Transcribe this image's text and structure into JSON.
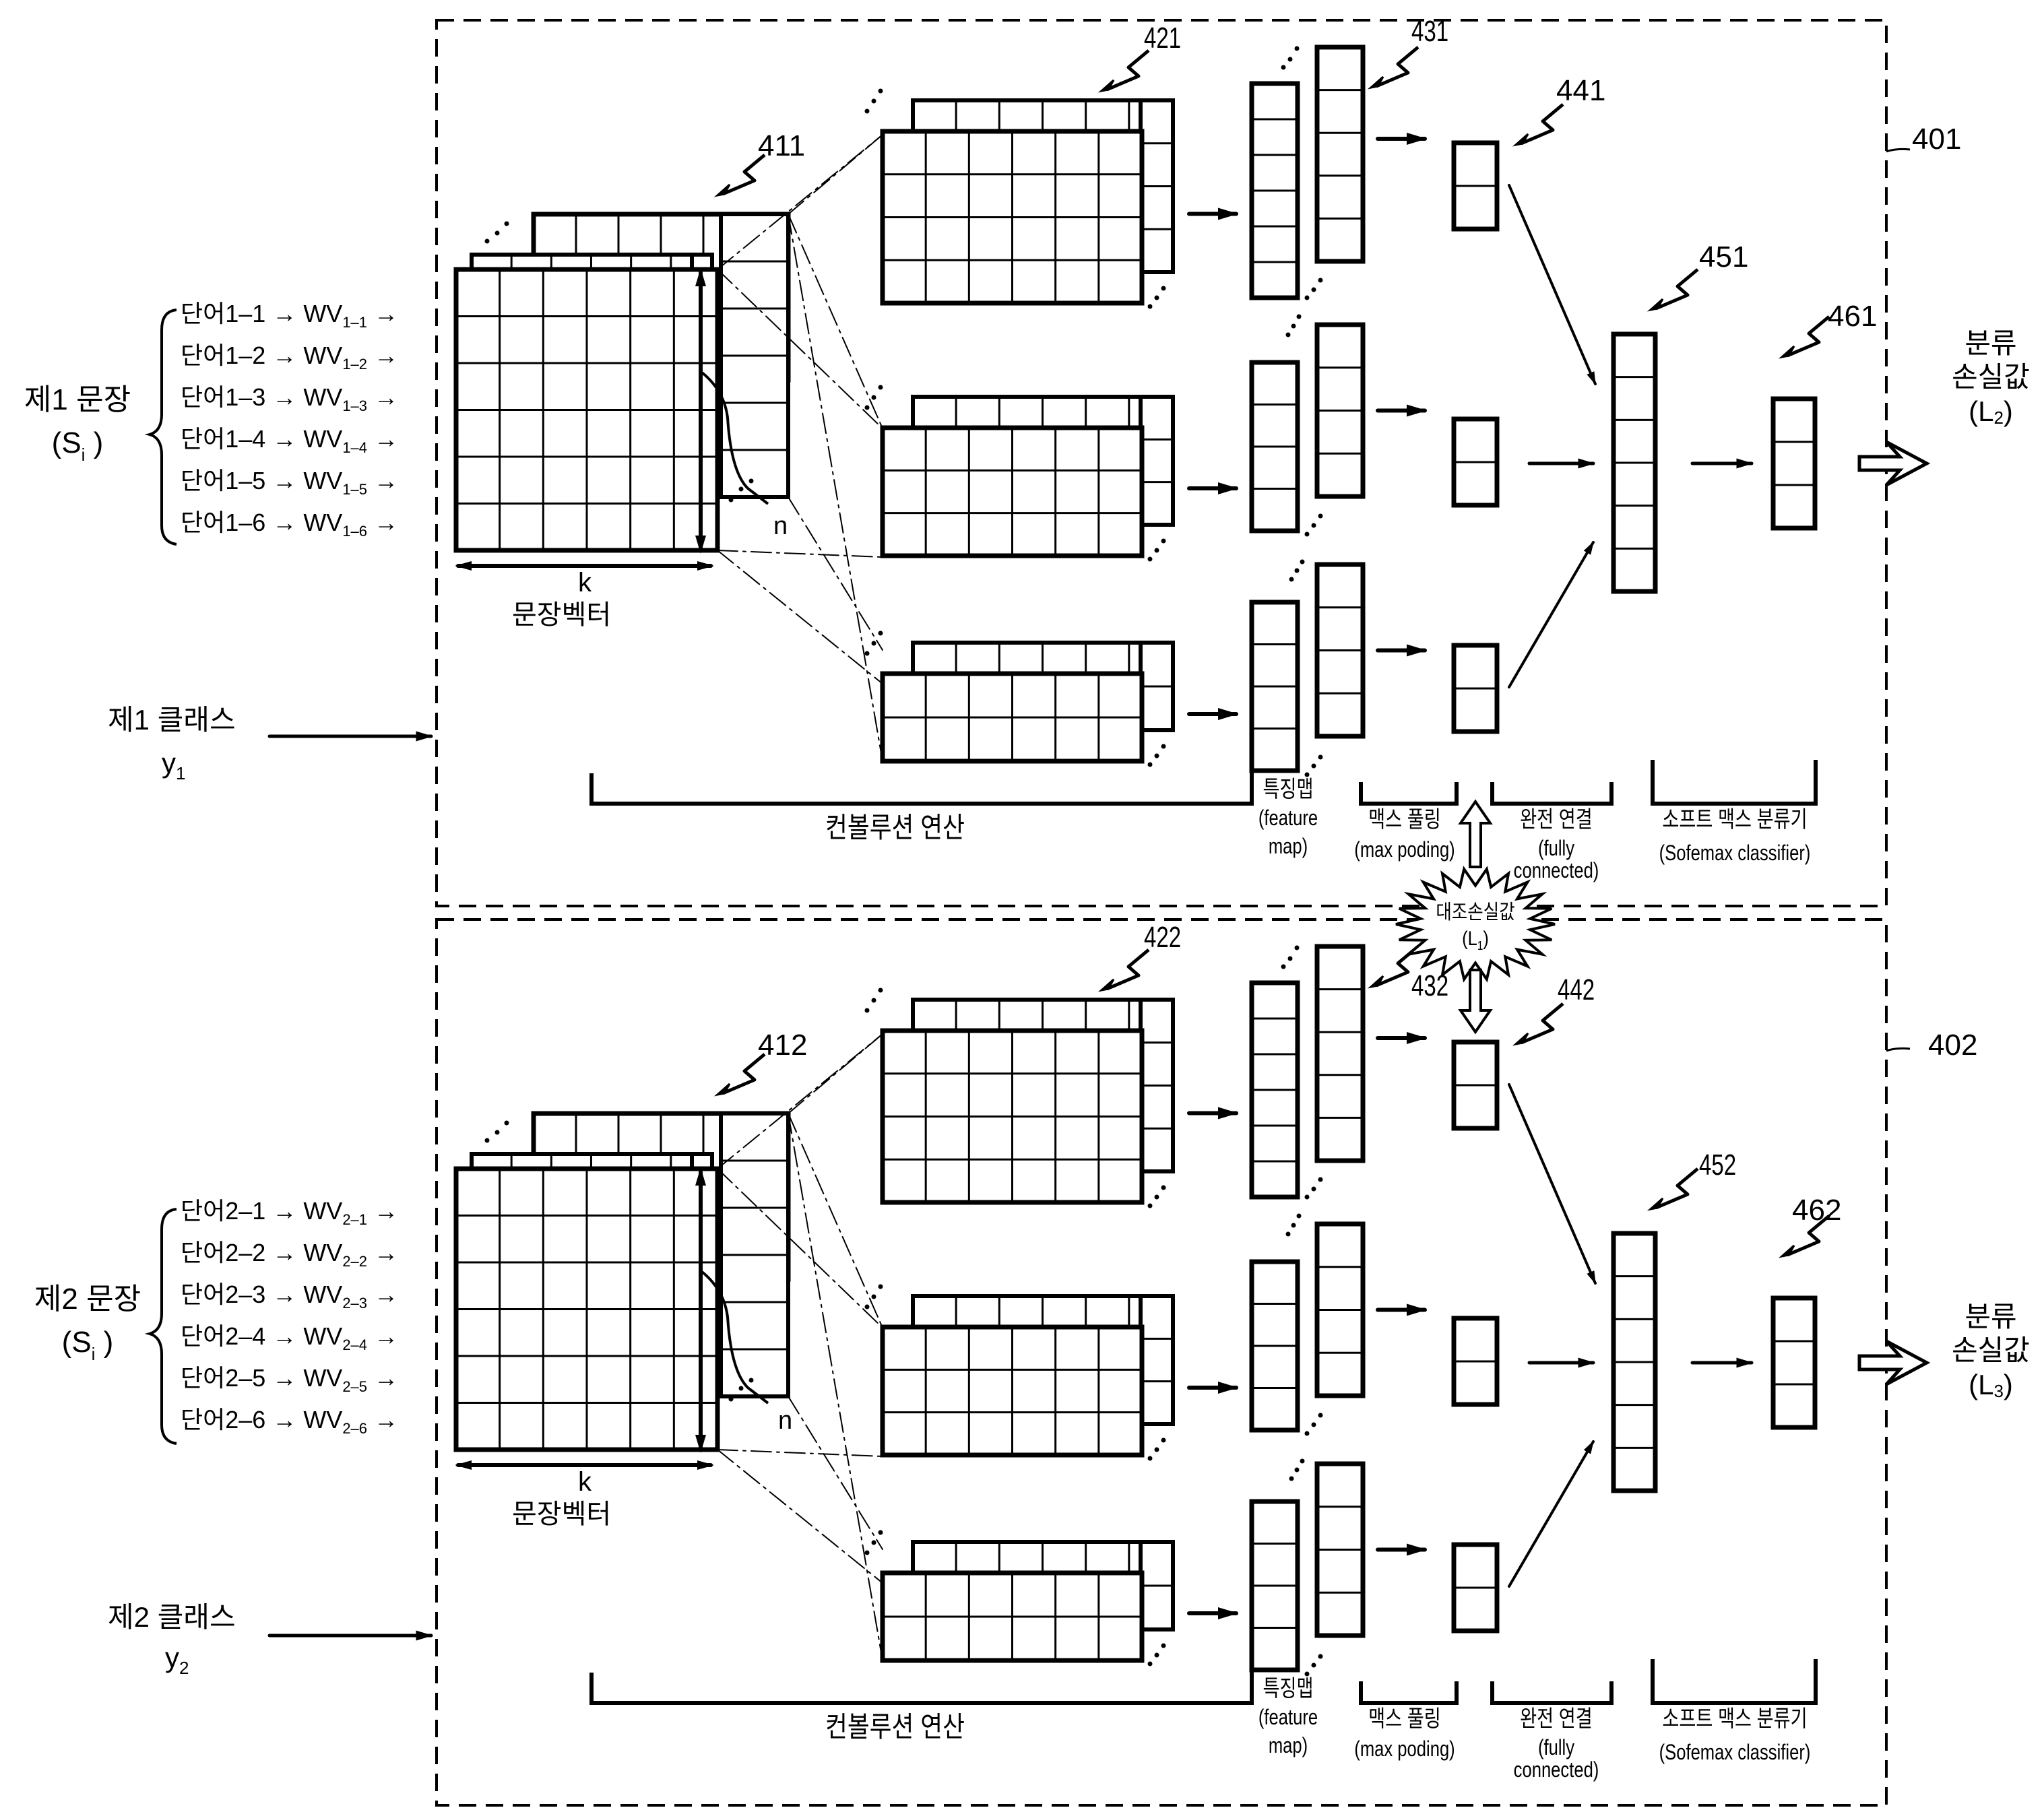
{
  "figure": {
    "type": "neural-network-architecture",
    "description": "Two parallel CNN sentence classification branches with contrastive loss"
  },
  "panels": [
    {
      "ref": "401",
      "sentence": {
        "title": "제1 문장",
        "symbol": "S",
        "symbol_sub": "i",
        "words": [
          {
            "word": "단어1–1",
            "vector": "WV",
            "vector_sub": "1–1"
          },
          {
            "word": "단어1–2",
            "vector": "WV",
            "vector_sub": "1–2"
          },
          {
            "word": "단어1–3",
            "vector": "WV",
            "vector_sub": "1–3"
          },
          {
            "word": "단어1–4",
            "vector": "WV",
            "vector_sub": "1–4"
          },
          {
            "word": "단어1–5",
            "vector": "WV",
            "vector_sub": "1–5"
          },
          {
            "word": "단어1–6",
            "vector": "WV",
            "vector_sub": "1–6"
          }
        ]
      },
      "class_input": {
        "title": "제1 클래스",
        "symbol": "y",
        "symbol_sub": "1"
      },
      "sentence_vector": {
        "ref": "411",
        "k_label": "k",
        "n_label": "n",
        "caption": "문장벡터"
      },
      "conv_ref": "421",
      "pool_ref": "431",
      "fc_ref": "441",
      "concat_ref": "451",
      "softmax_ref": "461",
      "output": {
        "line1": "분류",
        "line2": "손실값",
        "symbol": "L",
        "symbol_sub": "2"
      }
    },
    {
      "ref": "402",
      "sentence": {
        "title": "제2 문장",
        "symbol": "S",
        "symbol_sub": "i",
        "words": [
          {
            "word": "단어2–1",
            "vector": "WV",
            "vector_sub": "2–1"
          },
          {
            "word": "단어2–2",
            "vector": "WV",
            "vector_sub": "2–2"
          },
          {
            "word": "단어2–3",
            "vector": "WV",
            "vector_sub": "2–3"
          },
          {
            "word": "단어2–4",
            "vector": "WV",
            "vector_sub": "2–4"
          },
          {
            "word": "단어2–5",
            "vector": "WV",
            "vector_sub": "2–5"
          },
          {
            "word": "단어2–6",
            "vector": "WV",
            "vector_sub": "2–6"
          }
        ]
      },
      "class_input": {
        "title": "제2 클래스",
        "symbol": "y",
        "symbol_sub": "2"
      },
      "sentence_vector": {
        "ref": "412",
        "k_label": "k",
        "n_label": "n",
        "caption": "문장벡터"
      },
      "conv_ref": "422",
      "pool_ref": "432",
      "fc_ref": "442",
      "concat_ref": "452",
      "softmax_ref": "462",
      "output": {
        "line1": "분류",
        "line2": "손실값",
        "symbol": "L",
        "symbol_sub": "3"
      }
    }
  ],
  "stages": {
    "convolution": "컨볼루션 연산",
    "feature_map": {
      "ko": "특징맵",
      "en_line1": "(feature",
      "en_line2": "map)"
    },
    "max_pooling": {
      "ko": "맥스 풀링",
      "en": "(max poding)"
    },
    "fully_connected": {
      "ko": "완전 연결",
      "en_line1": "(fully",
      "en_line2": "connected)"
    },
    "softmax": {
      "ko": "소프트 맥스 분류기",
      "en": "(Sofemax classifier)"
    }
  },
  "contrastive_loss": {
    "label": "대조손실값",
    "symbol": "L",
    "symbol_sub": "1"
  },
  "structure": {
    "sentence_matrix": {
      "rows": 6,
      "cols": 6
    },
    "conv_blocks": [
      {
        "rows": 4,
        "cols": 6
      },
      {
        "rows": 3,
        "cols": 6
      },
      {
        "rows": 2,
        "cols": 6
      }
    ],
    "feature_map_cells": [
      6,
      4,
      4
    ],
    "pooled_cells": [
      5,
      4,
      4
    ],
    "fc_cells": 2,
    "concat_cells": 6,
    "softmax_cells": 3
  }
}
